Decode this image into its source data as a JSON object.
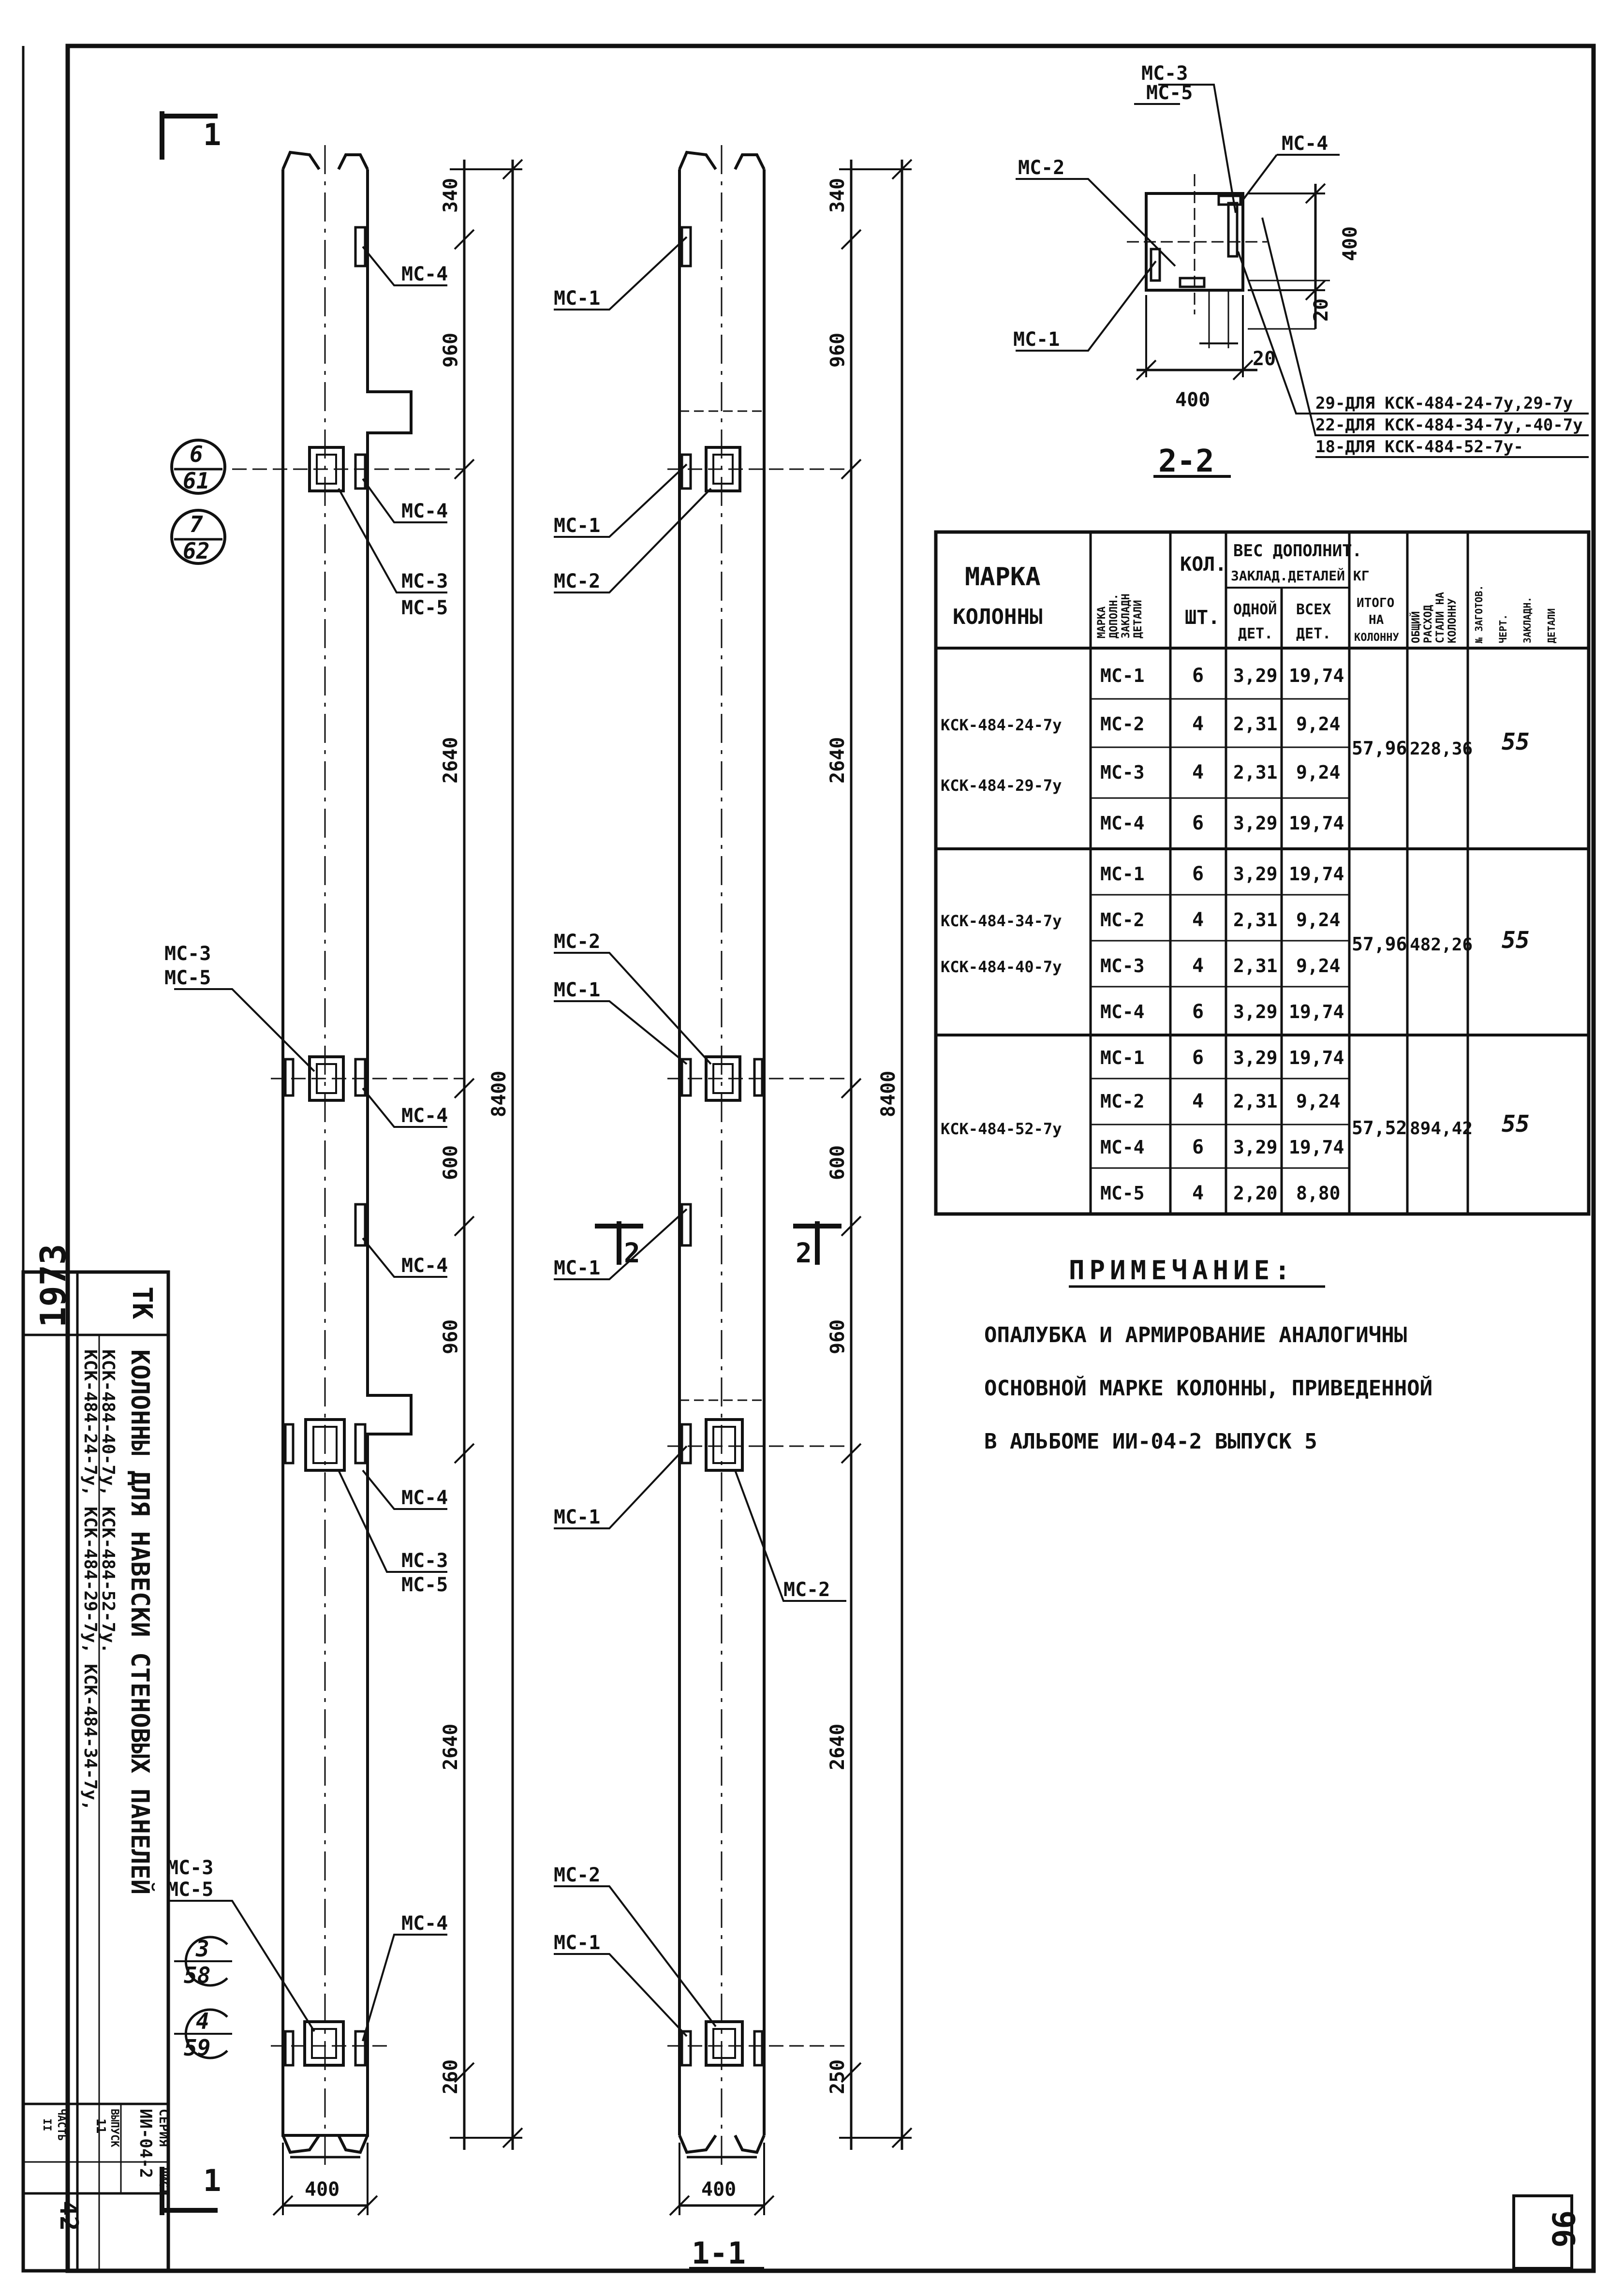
{
  "section_marks": {
    "top": "1",
    "bottom": "1",
    "left_2": "2",
    "right_2": "2"
  },
  "column_a": {
    "dims": [
      "340",
      "960",
      "2640",
      "600",
      "960",
      "2640",
      "260"
    ],
    "total": "8400",
    "width": "400",
    "callouts": {
      "mc4_top": "МС-4",
      "mc4_b": "МС-4",
      "mc3_mc5_a_top": "МС-3",
      "mc3_mc5_a_bot": "МС-5",
      "mc3_mc5_mid_top": "МС-3",
      "mc3_mc5_mid_bot": "МС-5",
      "mc4_mid": "МС-4",
      "mc4_lower1": "МС-4",
      "mc4_lower2": "МС-4",
      "mc3_mc5_low_top": "МС-3",
      "mc3_mc5_low_bot": "МС-5",
      "mc3_mc5_bot_top": "МС-3",
      "mc3_mc5_bot_bot": "МС-5",
      "mc4_bot": "МС-4"
    },
    "nodes": [
      {
        "num": "6",
        "den": "61"
      },
      {
        "num": "7",
        "den": "62"
      },
      {
        "num": "3",
        "den": "58"
      },
      {
        "num": "4",
        "den": "59"
      }
    ]
  },
  "column_b": {
    "dims": [
      "340",
      "960",
      "2640",
      "600",
      "960",
      "2640",
      "250"
    ],
    "total": "8400",
    "width": "400",
    "title": "1-1",
    "callouts": {
      "mc1_top": "МС-1",
      "mc1_b": "МС-1",
      "mc2_b": "МС-2",
      "mc2_mid": "МС-2",
      "mc1_mid": "МС-1",
      "mc1_low": "МС-1",
      "mc1_low2": "МС-1",
      "mc2_low2": "МС-2",
      "mc2_bot": "МС-2",
      "mc1_bot": "МС-1"
    }
  },
  "section_22": {
    "title": "2-2",
    "mc3": "МС-3",
    "mc5": "МС-5",
    "mc4": "МС-4",
    "mc2": "МС-2",
    "mc1": "МС-1",
    "dim_400_h": "400",
    "dim_400_v": "400",
    "dim_20a": "20",
    "dim_20b": "20",
    "notes": [
      "29-ДЛЯ КСК-484-24-7у,29-7у",
      "22-ДЛЯ КСК-484-34-7у,-40-7у",
      "18-ДЛЯ КСК-484-52-7у-"
    ]
  },
  "table": {
    "headers": {
      "mark": [
        "МАРКА",
        "КОЛОННЫ"
      ],
      "detail": [
        "МАРКА",
        "ДОПОЛН.",
        "ЗАКЛАДН",
        "ДЕТАЛИ"
      ],
      "qty": [
        "КОЛ.",
        "ШТ."
      ],
      "weight": [
        "ВЕС ДОПОЛНИТ.",
        "ЗАКЛАД.ДЕТАЛЕЙ КГ"
      ],
      "one": [
        "ОДНОЙ",
        "ДЕТ."
      ],
      "all": [
        "ВСЕХ",
        "ДЕТ."
      ],
      "total": [
        "ИТОГО",
        "НА",
        "КОЛОННУ"
      ],
      "steel": [
        "ОБЩИЙ",
        "РАСХОД",
        "СТАЛИ НА",
        "КОЛОННУ"
      ],
      "chert": [
        "№ ЗАГОТОВ.",
        "ЧЕРТ.",
        "ЗАКЛАДН.",
        "ДЕТАЛИ"
      ]
    },
    "groups": [
      {
        "marks": [
          "КСК-484-24-7у",
          "КСК-484-29-7у"
        ],
        "rows": [
          {
            "d": "МС-1",
            "q": "6",
            "one": "3,29",
            "all": "19,74"
          },
          {
            "d": "МС-2",
            "q": "4",
            "one": "2,31",
            "all": "9,24"
          },
          {
            "d": "МС-3",
            "q": "4",
            "one": "2,31",
            "all": "9,24"
          },
          {
            "d": "МС-4",
            "q": "6",
            "one": "3,29",
            "all": "19,74"
          }
        ],
        "total": "57,96",
        "steel": "228,36",
        "chert": "55"
      },
      {
        "marks": [
          "КСК-484-34-7у",
          "КСК-484-40-7у"
        ],
        "rows": [
          {
            "d": "МС-1",
            "q": "6",
            "one": "3,29",
            "all": "19,74"
          },
          {
            "d": "МС-2",
            "q": "4",
            "one": "2,31",
            "all": "9,24"
          },
          {
            "d": "МС-3",
            "q": "4",
            "one": "2,31",
            "all": "9,24"
          },
          {
            "d": "МС-4",
            "q": "6",
            "one": "3,29",
            "all": "19,74"
          }
        ],
        "total": "57,96",
        "steel": "482,26",
        "chert": "55"
      },
      {
        "marks": [
          "КСК-484-52-7у"
        ],
        "rows": [
          {
            "d": "МС-1",
            "q": "6",
            "one": "3,29",
            "all": "19,74"
          },
          {
            "d": "МС-2",
            "q": "4",
            "one": "2,31",
            "all": "9,24"
          },
          {
            "d": "МС-4",
            "q": "6",
            "one": "3,29",
            "all": "19,74"
          },
          {
            "d": "МС-5",
            "q": "4",
            "one": "2,20",
            "all": "8,80"
          }
        ],
        "total": "57,52",
        "steel": "894,42",
        "chert": "55"
      }
    ]
  },
  "note": {
    "title": "ПРИМЕЧАНИЕ:",
    "lines": [
      "ОПАЛУБКА И АРМИРОВАНИЕ АНАЛОГИЧНЫ",
      "ОСНОВНОЙ МАРКЕ КОЛОННЫ, ПРИВЕДЕННОЙ",
      "В АЛЬБОМЕ ИИ-04-2 ВЫПУСК 5"
    ]
  },
  "title_block": {
    "year": "1973",
    "tk": "ТК",
    "title": "КОЛОННЫ ДЛЯ НАВЕСКИ СТЕНОВЫХ ПАНЕЛЕЙ",
    "subtitle1": "КСК-484-24-7у, КСК-484-29-7у, КСК-484-34-7у,",
    "subtitle2": "КСК-484-40-7у, КСК-484-52-7у.",
    "series_label": "СЕРИЯ",
    "series": "ИИ-04-2",
    "issue_label": "ВЫПУСК",
    "issue": "11",
    "part_label": "ЧАСТЬ",
    "part": "II",
    "sheet_label": "ЛИСТ",
    "sheet": "42"
  },
  "page_number": "96"
}
